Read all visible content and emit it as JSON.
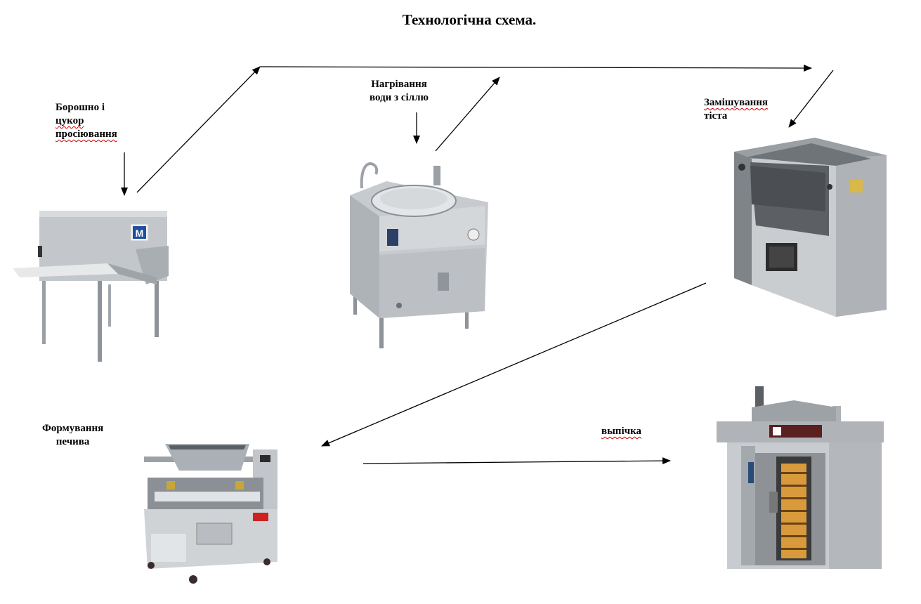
{
  "title": "Технологічна схема.",
  "steps": {
    "sifting": {
      "lines": [
        "Борошно і",
        "цукор",
        "просіювання"
      ]
    },
    "heating": {
      "lines": [
        "Нагрівання",
        "води з сіллю"
      ]
    },
    "mixing": {
      "lines": [
        "Замішування",
        "тіста"
      ]
    },
    "forming": {
      "lines": [
        "Формування",
        "печива"
      ]
    },
    "baking": {
      "lines": [
        "выпічка"
      ]
    }
  },
  "colors": {
    "arrow": "#000000",
    "steel": "#b8bcc0",
    "steel_dark": "#7d8287",
    "spellcheck": "#d00000"
  },
  "logo_text": "M"
}
